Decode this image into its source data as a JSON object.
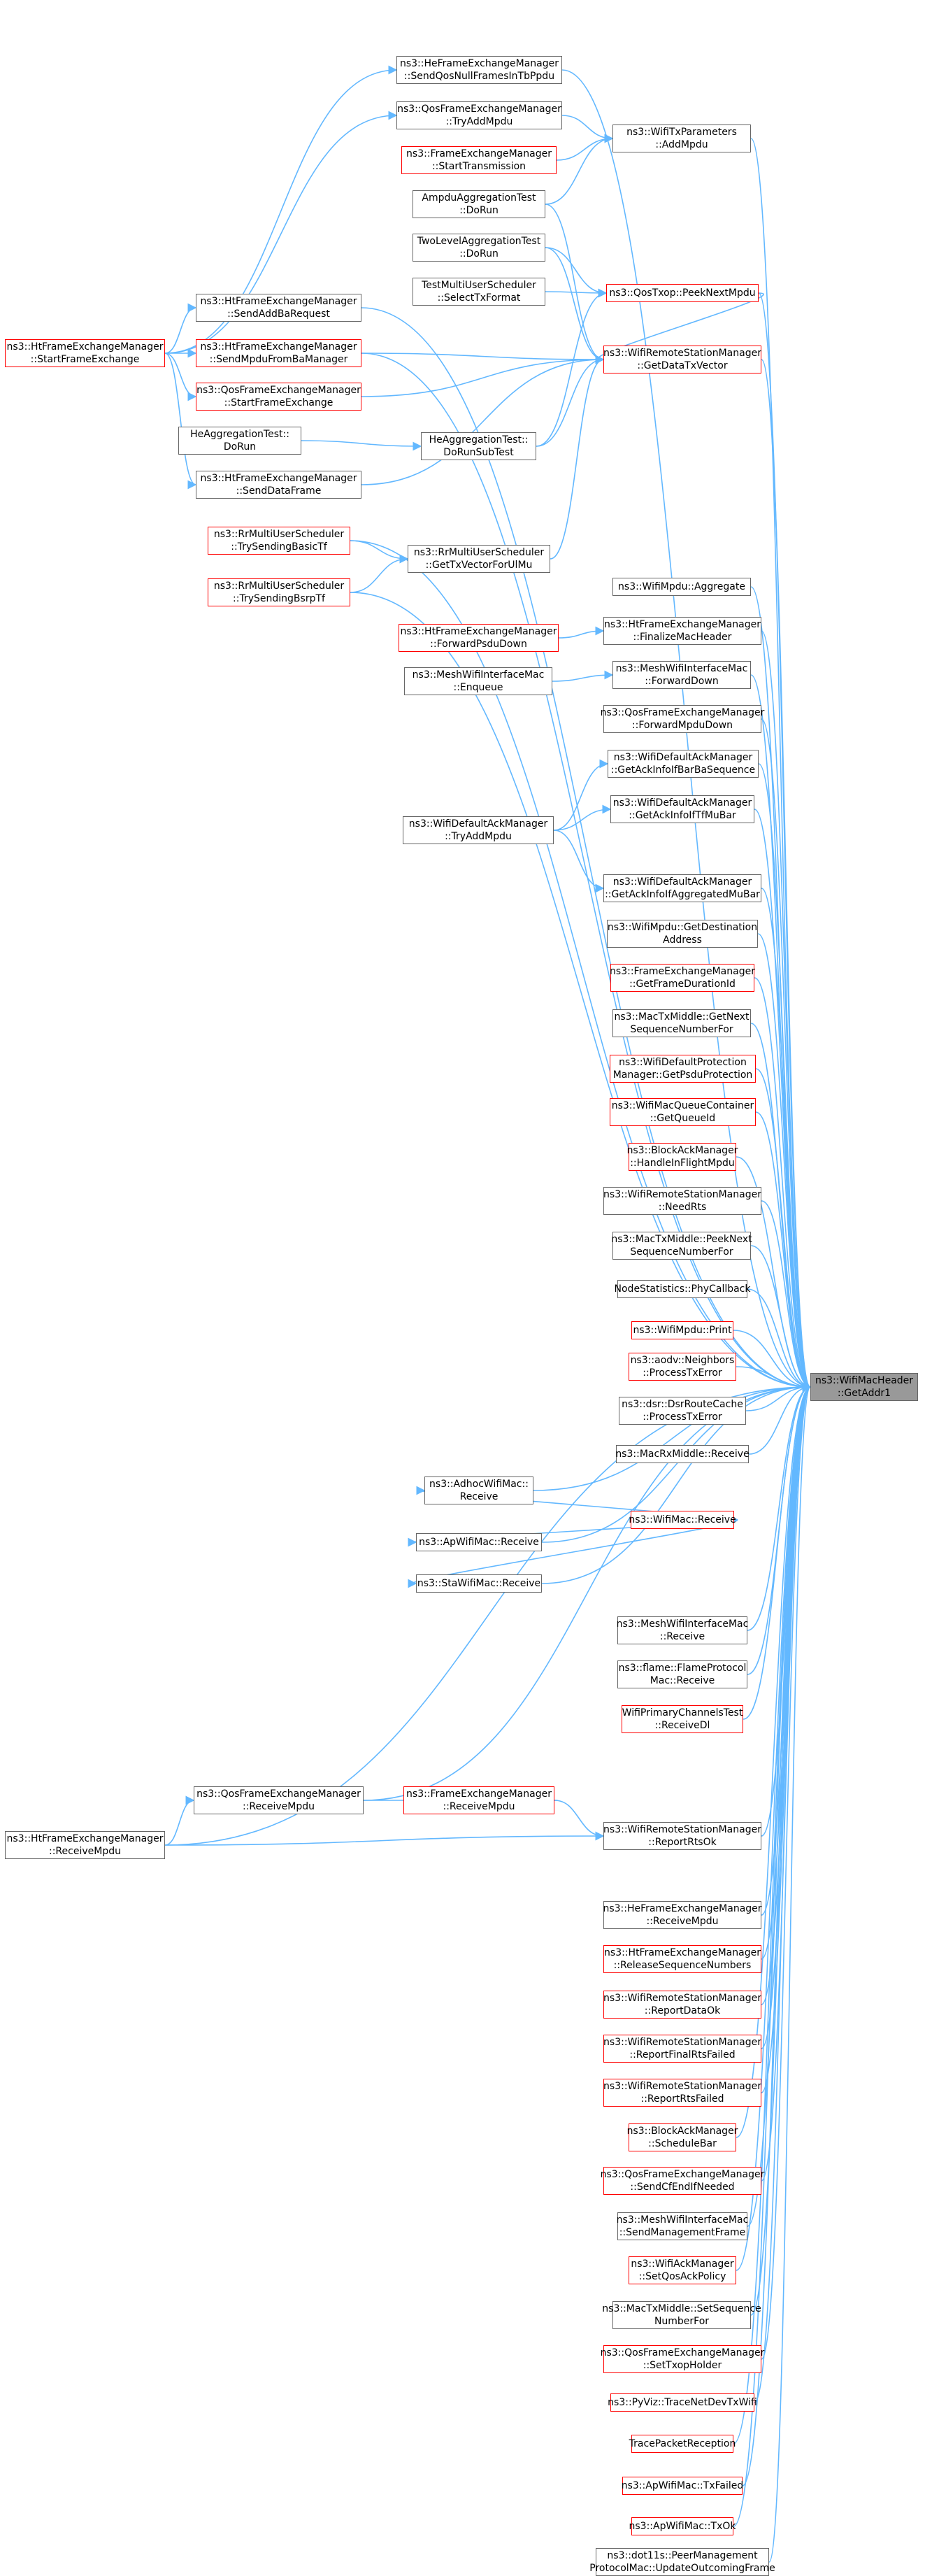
{
  "graph": {
    "root": {
      "id": "root",
      "lines": [
        "ns3::WifiMacHeader",
        "::GetAddr1"
      ]
    },
    "colors": {
      "edge": "#63b8ff",
      "node_border": "#666666",
      "red_border": "#ff0000",
      "root_fill": "#999999"
    },
    "nodes": [
      {
        "id": "n1",
        "lines": [
          "ns3::HeFrameExchangeManager",
          "::SendQosNullFramesInTbPpdu"
        ],
        "red": false
      },
      {
        "id": "n2",
        "lines": [
          "ns3::QosFrameExchangeManager",
          "::TryAddMpdu"
        ],
        "red": false
      },
      {
        "id": "n3",
        "lines": [
          "ns3::WifiTxParameters",
          "::AddMpdu"
        ],
        "red": false
      },
      {
        "id": "n4",
        "lines": [
          "ns3::FrameExchangeManager",
          "::StartTransmission"
        ],
        "red": true
      },
      {
        "id": "n5",
        "lines": [
          "AmpduAggregationTest",
          "::DoRun"
        ],
        "red": false
      },
      {
        "id": "n6",
        "lines": [
          "TwoLevelAggregationTest",
          "::DoRun"
        ],
        "red": false
      },
      {
        "id": "n7",
        "lines": [
          "TestMultiUserScheduler",
          "::SelectTxFormat"
        ],
        "red": false
      },
      {
        "id": "n8",
        "lines": [
          "ns3::QosTxop::PeekNextMpdu"
        ],
        "red": true
      },
      {
        "id": "n9",
        "lines": [
          "ns3::HtFrameExchangeManager",
          "::SendAddBaRequest"
        ],
        "red": false
      },
      {
        "id": "n10",
        "lines": [
          "ns3::HtFrameExchangeManager",
          "::StartFrameExchange"
        ],
        "red": true
      },
      {
        "id": "n11",
        "lines": [
          "ns3::HtFrameExchangeManager",
          "::SendMpduFromBaManager"
        ],
        "red": true
      },
      {
        "id": "n12",
        "lines": [
          "ns3::WifiRemoteStationManager",
          "::GetDataTxVector"
        ],
        "red": true
      },
      {
        "id": "n13",
        "lines": [
          "ns3::QosFrameExchangeManager",
          "::StartFrameExchange"
        ],
        "red": true
      },
      {
        "id": "n14",
        "lines": [
          "HeAggregationTest::",
          "DoRun"
        ],
        "red": false
      },
      {
        "id": "n15",
        "lines": [
          "HeAggregationTest::",
          "DoRunSubTest"
        ],
        "red": false
      },
      {
        "id": "n16",
        "lines": [
          "ns3::HtFrameExchangeManager",
          "::SendDataFrame"
        ],
        "red": false
      },
      {
        "id": "n17",
        "lines": [
          "ns3::RrMultiUserScheduler",
          "::TrySendingBasicTf"
        ],
        "red": true
      },
      {
        "id": "n18",
        "lines": [
          "ns3::RrMultiUserScheduler",
          "::GetTxVectorForUlMu"
        ],
        "red": false
      },
      {
        "id": "n19",
        "lines": [
          "ns3::RrMultiUserScheduler",
          "::TrySendingBsrpTf"
        ],
        "red": true
      },
      {
        "id": "n20",
        "lines": [
          "ns3::WifiMpdu::Aggregate"
        ],
        "red": false
      },
      {
        "id": "n21",
        "lines": [
          "ns3::HtFrameExchangeManager",
          "::ForwardPsduDown"
        ],
        "red": true
      },
      {
        "id": "n22",
        "lines": [
          "ns3::HtFrameExchangeManager",
          "::FinalizeMacHeader"
        ],
        "red": false
      },
      {
        "id": "n23",
        "lines": [
          "ns3::MeshWifiInterfaceMac",
          "::Enqueue"
        ],
        "red": false
      },
      {
        "id": "n24",
        "lines": [
          "ns3::MeshWifiInterfaceMac",
          "::ForwardDown"
        ],
        "red": false
      },
      {
        "id": "n25",
        "lines": [
          "ns3::QosFrameExchangeManager",
          "::ForwardMpduDown"
        ],
        "red": false
      },
      {
        "id": "n26",
        "lines": [
          "ns3::WifiDefaultAckManager",
          "::GetAckInfoIfBarBaSequence"
        ],
        "red": false
      },
      {
        "id": "n27",
        "lines": [
          "ns3::WifiDefaultAckManager",
          "::TryAddMpdu"
        ],
        "red": false
      },
      {
        "id": "n28",
        "lines": [
          "ns3::WifiDefaultAckManager",
          "::GetAckInfoIfTfMuBar"
        ],
        "red": false
      },
      {
        "id": "n29",
        "lines": [
          "ns3::WifiDefaultAckManager",
          "::GetAckInfoIfAggregatedMuBar"
        ],
        "red": false
      },
      {
        "id": "n30",
        "lines": [
          "ns3::WifiMpdu::GetDestination",
          "Address"
        ],
        "red": false
      },
      {
        "id": "n31",
        "lines": [
          "ns3::FrameExchangeManager",
          "::GetFrameDurationId"
        ],
        "red": true
      },
      {
        "id": "n32",
        "lines": [
          "ns3::MacTxMiddle::GetNext",
          "SequenceNumberFor"
        ],
        "red": false
      },
      {
        "id": "n33",
        "lines": [
          "ns3::WifiDefaultProtection",
          "Manager::GetPsduProtection"
        ],
        "red": true
      },
      {
        "id": "n34",
        "lines": [
          "ns3::WifiMacQueueContainer",
          "::GetQueueId"
        ],
        "red": true
      },
      {
        "id": "n35",
        "lines": [
          "ns3::BlockAckManager",
          "::HandleInFlightMpdu"
        ],
        "red": true
      },
      {
        "id": "n36",
        "lines": [
          "ns3::WifiRemoteStationManager",
          "::NeedRts"
        ],
        "red": false
      },
      {
        "id": "n37",
        "lines": [
          "ns3::MacTxMiddle::PeekNext",
          "SequenceNumberFor"
        ],
        "red": false
      },
      {
        "id": "n38",
        "lines": [
          "NodeStatistics::PhyCallback"
        ],
        "red": false
      },
      {
        "id": "n39",
        "lines": [
          "ns3::WifiMpdu::Print"
        ],
        "red": true
      },
      {
        "id": "n40",
        "lines": [
          "ns3::aodv::Neighbors",
          "::ProcessTxError"
        ],
        "red": true
      },
      {
        "id": "n41",
        "lines": [
          "ns3::dsr::DsrRouteCache",
          "::ProcessTxError"
        ],
        "red": false
      },
      {
        "id": "n42",
        "lines": [
          "ns3::MacRxMiddle::Receive"
        ],
        "red": false
      },
      {
        "id": "n43",
        "lines": [
          "ns3::AdhocWifiMac::",
          "Receive"
        ],
        "red": false
      },
      {
        "id": "n44",
        "lines": [
          "ns3::WifiMac::Receive"
        ],
        "red": true
      },
      {
        "id": "n45",
        "lines": [
          "ns3::ApWifiMac::Receive"
        ],
        "red": false
      },
      {
        "id": "n46",
        "lines": [
          "ns3::StaWifiMac::Receive"
        ],
        "red": false
      },
      {
        "id": "n47",
        "lines": [
          "ns3::MeshWifiInterfaceMac",
          "::Receive"
        ],
        "red": false
      },
      {
        "id": "n48",
        "lines": [
          "ns3::flame::FlameProtocol",
          "Mac::Receive"
        ],
        "red": false
      },
      {
        "id": "n49",
        "lines": [
          "WifiPrimaryChannelsTest",
          "::ReceiveDl"
        ],
        "red": true
      },
      {
        "id": "n50",
        "lines": [
          "ns3::QosFrameExchangeManager",
          "::ReceiveMpdu"
        ],
        "red": false
      },
      {
        "id": "n51",
        "lines": [
          "ns3::FrameExchangeManager",
          "::ReceiveMpdu"
        ],
        "red": true
      },
      {
        "id": "n52",
        "lines": [
          "ns3::HtFrameExchangeManager",
          "::ReceiveMpdu"
        ],
        "red": false
      },
      {
        "id": "n53",
        "lines": [
          "ns3::WifiRemoteStationManager",
          "::ReportRtsOk"
        ],
        "red": false
      },
      {
        "id": "n54",
        "lines": [
          "ns3::HeFrameExchangeManager",
          "::ReceiveMpdu"
        ],
        "red": false
      },
      {
        "id": "n55",
        "lines": [
          "ns3::HtFrameExchangeManager",
          "::ReleaseSequenceNumbers"
        ],
        "red": true
      },
      {
        "id": "n56",
        "lines": [
          "ns3::WifiRemoteStationManager",
          "::ReportDataOk"
        ],
        "red": true
      },
      {
        "id": "n57",
        "lines": [
          "ns3::WifiRemoteStationManager",
          "::ReportFinalRtsFailed"
        ],
        "red": true
      },
      {
        "id": "n58",
        "lines": [
          "ns3::WifiRemoteStationManager",
          "::ReportRtsFailed"
        ],
        "red": true
      },
      {
        "id": "n59",
        "lines": [
          "ns3::BlockAckManager",
          "::ScheduleBar"
        ],
        "red": true
      },
      {
        "id": "n60",
        "lines": [
          "ns3::QosFrameExchangeManager",
          "::SendCfEndIfNeeded"
        ],
        "red": true
      },
      {
        "id": "n61",
        "lines": [
          "ns3::MeshWifiInterfaceMac",
          "::SendManagementFrame"
        ],
        "red": false
      },
      {
        "id": "n62",
        "lines": [
          "ns3::WifiAckManager",
          "::SetQosAckPolicy"
        ],
        "red": true
      },
      {
        "id": "n63",
        "lines": [
          "ns3::MacTxMiddle::SetSequence",
          "NumberFor"
        ],
        "red": false
      },
      {
        "id": "n64",
        "lines": [
          "ns3::QosFrameExchangeManager",
          "::SetTxopHolder"
        ],
        "red": true
      },
      {
        "id": "n65",
        "lines": [
          "ns3::PyViz::TraceNetDevTxWifi"
        ],
        "red": true
      },
      {
        "id": "n66",
        "lines": [
          "TracePacketReception"
        ],
        "red": true
      },
      {
        "id": "n67",
        "lines": [
          "ns3::ApWifiMac::TxFailed"
        ],
        "red": true
      },
      {
        "id": "n68",
        "lines": [
          "ns3::ApWifiMac::TxOk"
        ],
        "red": true
      },
      {
        "id": "n69",
        "lines": [
          "ns3::dot11s::PeerManagement",
          "ProtocolMac::UpdateOutcomingFrame"
        ],
        "red": false
      }
    ],
    "edges": [
      [
        "n1",
        "root"
      ],
      [
        "n2",
        "n3"
      ],
      [
        "n3",
        "root"
      ],
      [
        "n4",
        "n3"
      ],
      [
        "n5",
        "n3"
      ],
      [
        "n5",
        "n12"
      ],
      [
        "n6",
        "n12"
      ],
      [
        "n6",
        "n8"
      ],
      [
        "n7",
        "n8"
      ],
      [
        "n8",
        "root"
      ],
      [
        "n8",
        "n12"
      ],
      [
        "n9",
        "root"
      ],
      [
        "n10",
        "n2"
      ],
      [
        "n10",
        "n1"
      ],
      [
        "n10",
        "n9"
      ],
      [
        "n10",
        "n11"
      ],
      [
        "n10",
        "n13"
      ],
      [
        "n10",
        "n16"
      ],
      [
        "n11",
        "root"
      ],
      [
        "n11",
        "n12"
      ],
      [
        "n12",
        "root"
      ],
      [
        "n13",
        "n12"
      ],
      [
        "n14",
        "n15"
      ],
      [
        "n15",
        "n12"
      ],
      [
        "n15",
        "n8"
      ],
      [
        "n16",
        "n12"
      ],
      [
        "n17",
        "root"
      ],
      [
        "n17",
        "n18"
      ],
      [
        "n18",
        "n12"
      ],
      [
        "n19",
        "root"
      ],
      [
        "n19",
        "n18"
      ],
      [
        "n20",
        "root"
      ],
      [
        "n21",
        "n22"
      ],
      [
        "n22",
        "root"
      ],
      [
        "n23",
        "n24"
      ],
      [
        "n24",
        "root"
      ],
      [
        "n25",
        "root"
      ],
      [
        "n26",
        "root"
      ],
      [
        "n27",
        "n26"
      ],
      [
        "n27",
        "n28"
      ],
      [
        "n27",
        "n29"
      ],
      [
        "n28",
        "root"
      ],
      [
        "n29",
        "root"
      ],
      [
        "n30",
        "root"
      ],
      [
        "n31",
        "root"
      ],
      [
        "n32",
        "root"
      ],
      [
        "n33",
        "root"
      ],
      [
        "n34",
        "root"
      ],
      [
        "n35",
        "root"
      ],
      [
        "n36",
        "root"
      ],
      [
        "n37",
        "root"
      ],
      [
        "n38",
        "root"
      ],
      [
        "n39",
        "root"
      ],
      [
        "n40",
        "root"
      ],
      [
        "n41",
        "root"
      ],
      [
        "n42",
        "root"
      ],
      [
        "n43",
        "root"
      ],
      [
        "n44",
        "n43"
      ],
      [
        "n44",
        "n45"
      ],
      [
        "n44",
        "n46"
      ],
      [
        "n45",
        "root"
      ],
      [
        "n46",
        "root"
      ],
      [
        "n47",
        "root"
      ],
      [
        "n48",
        "root"
      ],
      [
        "n49",
        "root"
      ],
      [
        "n50",
        "root"
      ],
      [
        "n51",
        "n50"
      ],
      [
        "n51",
        "n53"
      ],
      [
        "n52",
        "n50"
      ],
      [
        "n52",
        "n53"
      ],
      [
        "n52",
        "root"
      ],
      [
        "n53",
        "root"
      ],
      [
        "n54",
        "root"
      ],
      [
        "n55",
        "root"
      ],
      [
        "n56",
        "root"
      ],
      [
        "n57",
        "root"
      ],
      [
        "n58",
        "root"
      ],
      [
        "n59",
        "root"
      ],
      [
        "n60",
        "root"
      ],
      [
        "n61",
        "root"
      ],
      [
        "n62",
        "root"
      ],
      [
        "n63",
        "root"
      ],
      [
        "n64",
        "root"
      ],
      [
        "n65",
        "root"
      ],
      [
        "n66",
        "root"
      ],
      [
        "n67",
        "root"
      ],
      [
        "n68",
        "root"
      ],
      [
        "n69",
        "root"
      ]
    ]
  }
}
